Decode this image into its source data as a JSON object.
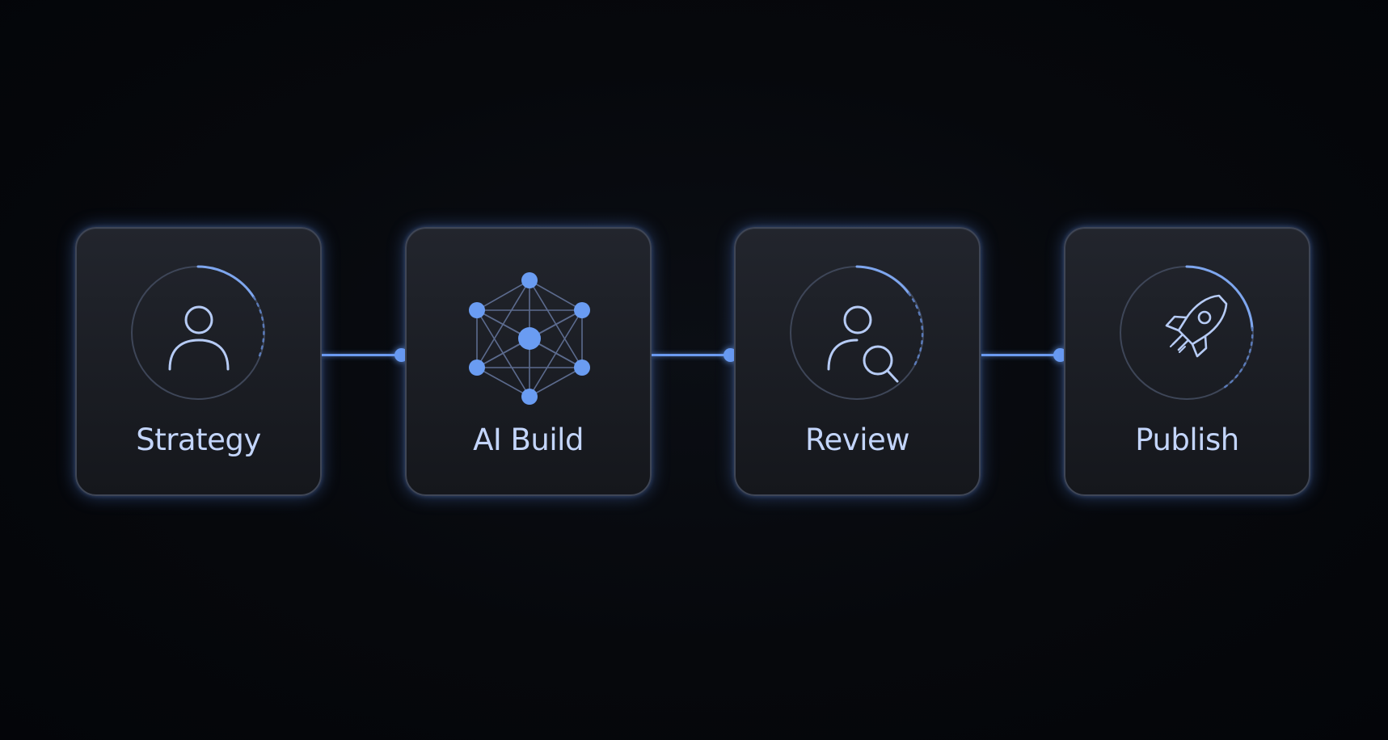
{
  "steps": [
    {
      "label": "Strategy",
      "icon": "person-icon"
    },
    {
      "label": "AI Build",
      "icon": "network-graph-icon"
    },
    {
      "label": "Review",
      "icon": "person-search-icon"
    },
    {
      "label": "Publish",
      "icon": "rocket-icon"
    }
  ],
  "colors": {
    "accent": "#6a9cf2",
    "label": "#c3d5fb",
    "background": "#05070b",
    "card": "#1c1f26",
    "card_border": "#3f4656"
  }
}
